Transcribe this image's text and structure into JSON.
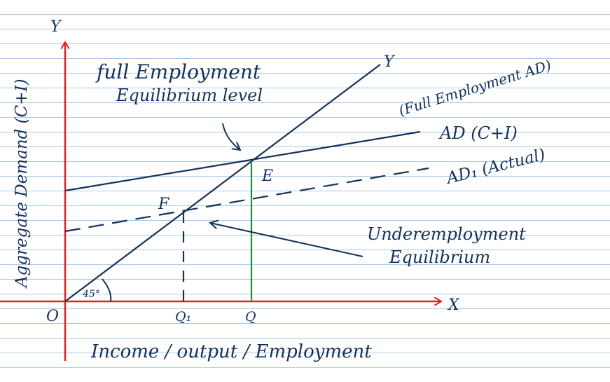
{
  "axes": {
    "y_label_top": "Y",
    "x_label_right": "X",
    "origin": "O",
    "y_axis_title": "Aggregate Demand (C+I)",
    "x_axis_title": "Income / output / Employment",
    "q1_label": "Q₁",
    "q_label": "Q",
    "angle_label": "45°"
  },
  "lines": {
    "y_line_label": "Y",
    "ad_label": "AD (C+I)",
    "ad1_label": "AD₁ (Actual)",
    "full_emp_ad_line1": "(Full Employment AD)"
  },
  "points": {
    "e_label": "E",
    "f_label": "F"
  },
  "annotations": {
    "full_emp_line1": "full Employment",
    "full_emp_line2": "Equilibrium level",
    "under_emp_line1": "Underemployment",
    "under_emp_line2": "Equilibrium"
  },
  "colors": {
    "axis": "#e02323",
    "ink": "#15315a",
    "vertical_q": "#1f8a2e",
    "ruled_lines": "#a9c9e6"
  }
}
